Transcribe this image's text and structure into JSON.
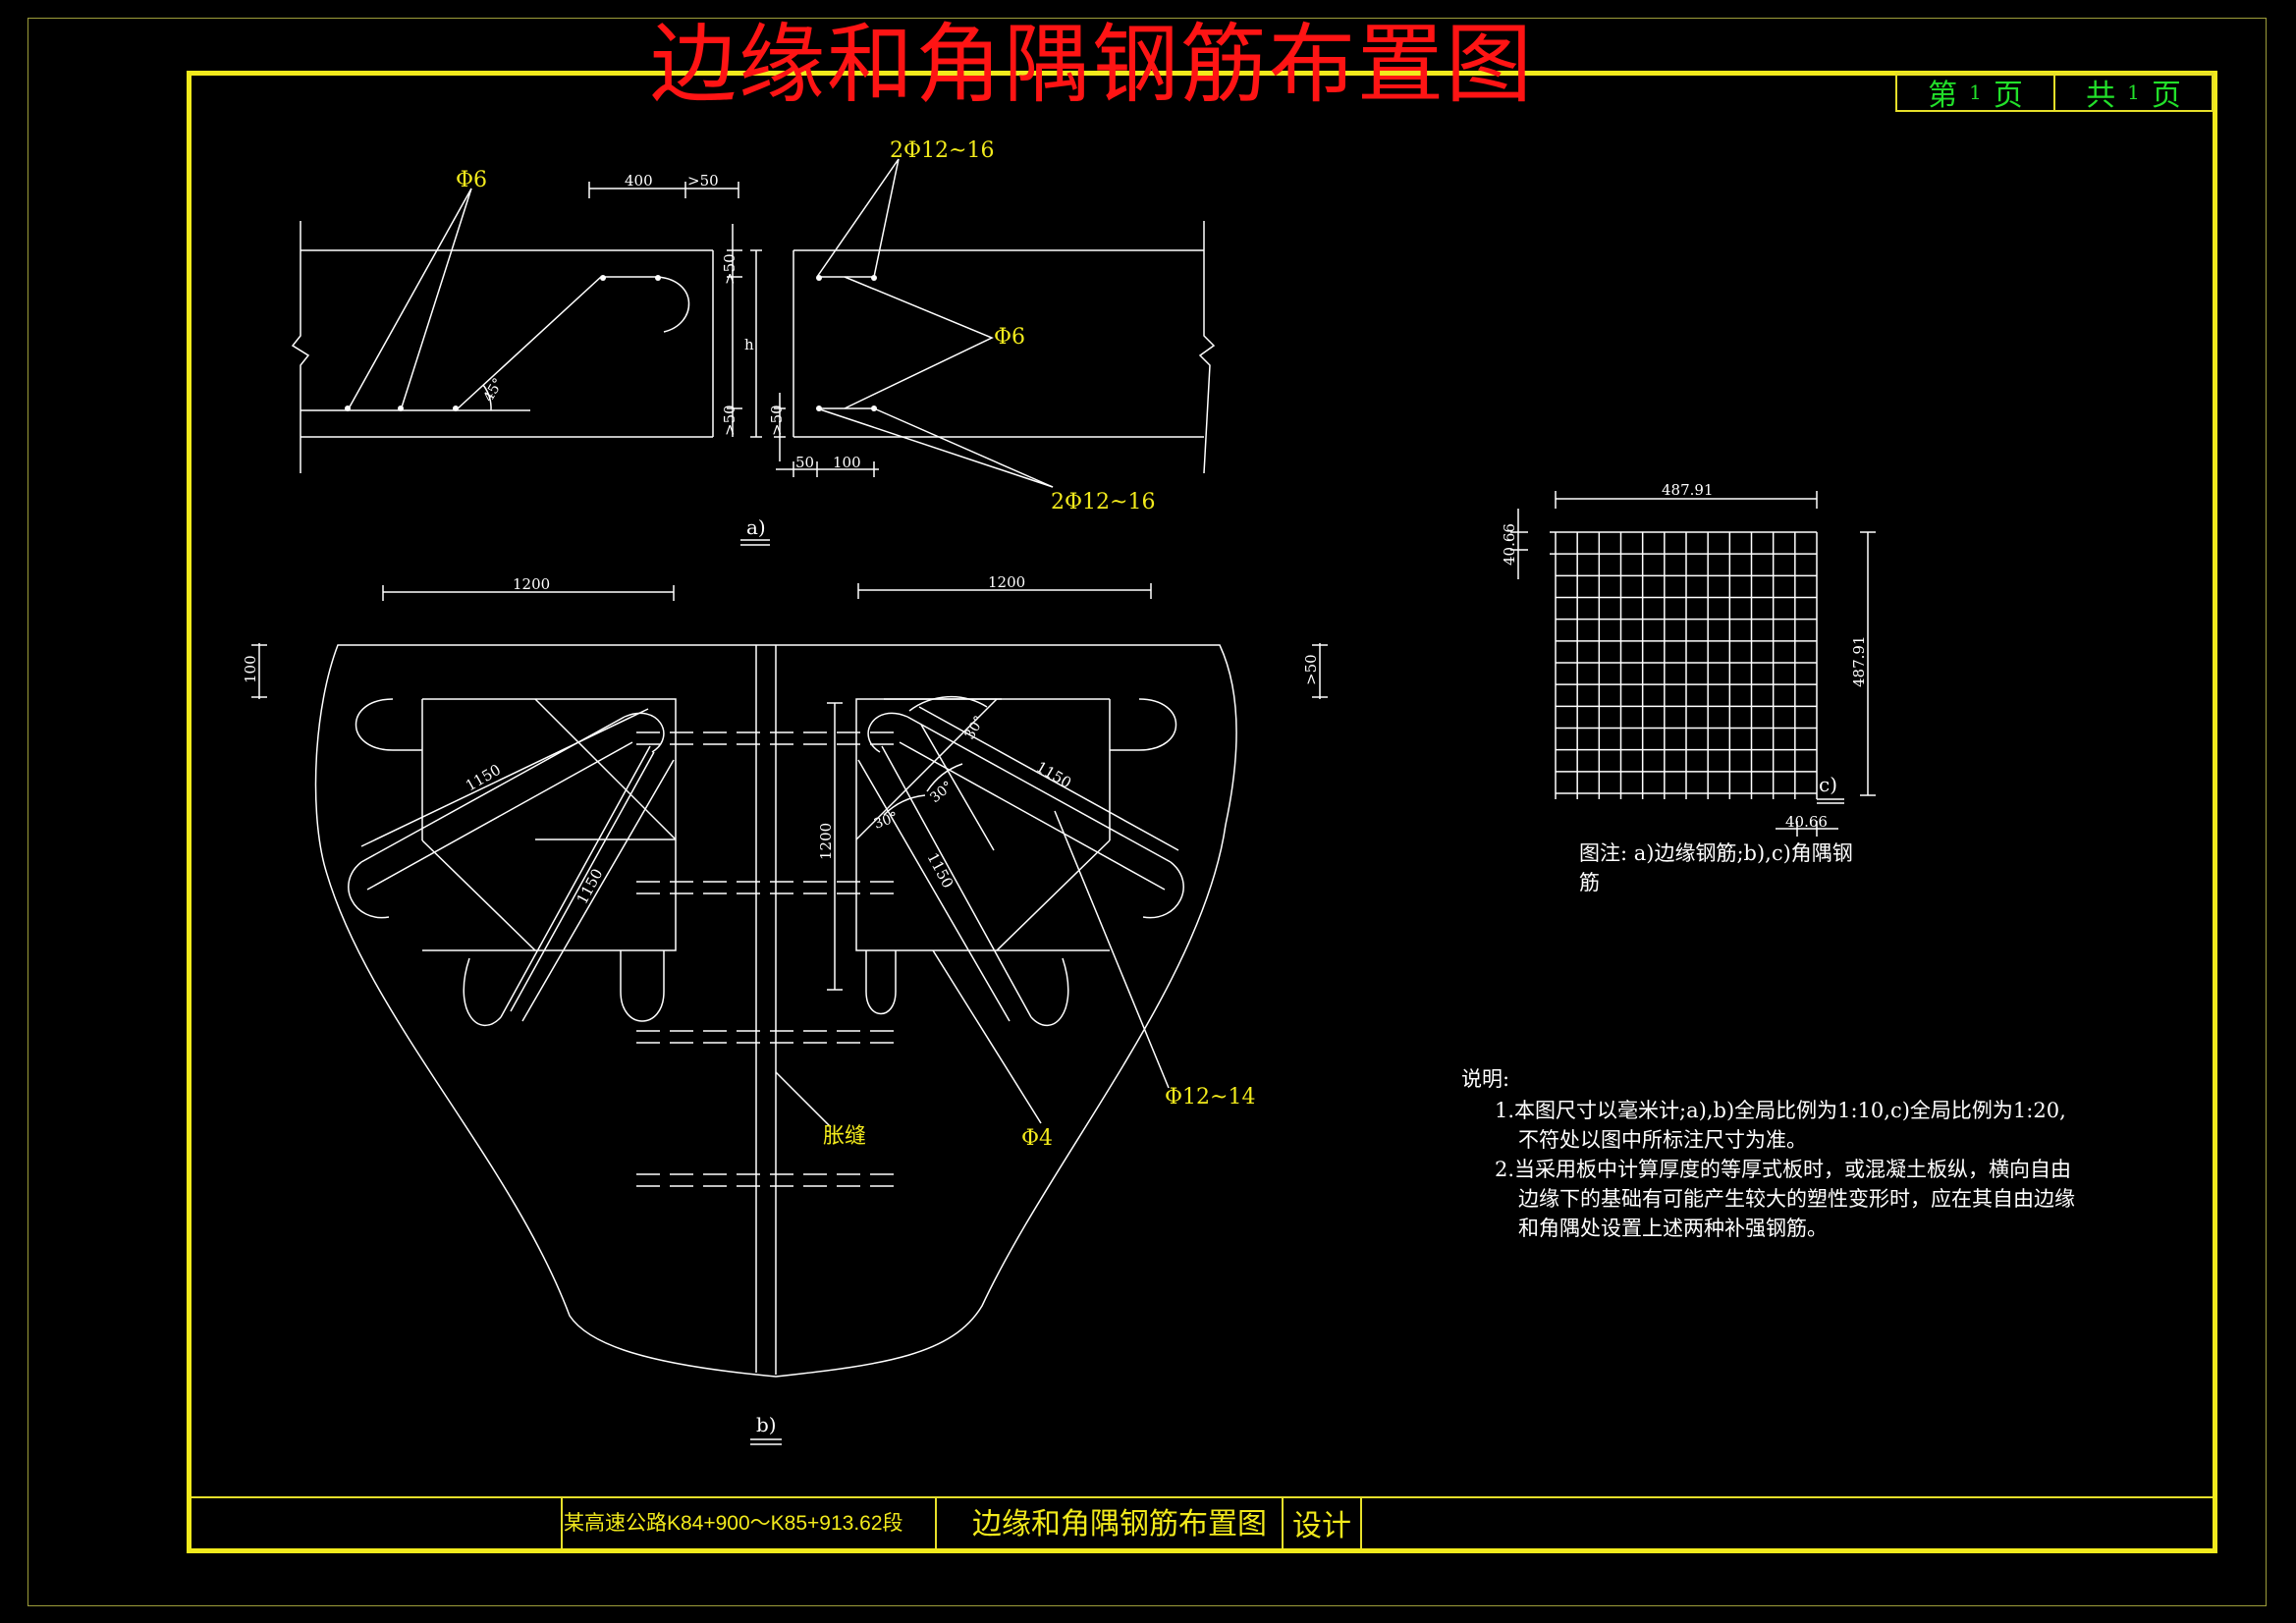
{
  "header": {
    "title": "边缘和角隅钢筋布置图",
    "page_label": "第",
    "page_num": "1",
    "page_unit": "页",
    "total_label": "共",
    "total_num": "1",
    "total_unit": "页"
  },
  "title_block": {
    "project": "某高速公路K84+900～K85+913.62段",
    "drawing_name": "边缘和角隅钢筋布置图",
    "design_label": "设计"
  },
  "drawing_a": {
    "caption": "a)",
    "rebar_phi6_top": "Φ6",
    "rebar_2phi12_top": "2Φ12~16",
    "rebar_phi6_mid": "Φ6",
    "rebar_2phi12_bottom": "2Φ12~16",
    "angle": "45°",
    "dim_400": "400",
    "dim_ge50_top": ">50",
    "dim_ge50_v1": ">50",
    "dim_h": "h",
    "dim_ge50_v2": ">50",
    "dim_ge50_v3": ">50",
    "dim_50": "50",
    "dim_100": "100"
  },
  "drawing_b": {
    "caption": "b)",
    "dim_1200_left": "1200",
    "dim_1200_right": "1200",
    "dim_100_left": "100",
    "dim_ge50_right": ">50",
    "dim_1150_a": "1150",
    "dim_1150_b": "1150",
    "dim_1150_c": "1150",
    "dim_1150_d": "1150",
    "dim_1200_v": "1200",
    "angle_30_a": "30°",
    "angle_30_b": "30°",
    "angle_30_c": "30°",
    "joint_label": "胀缝",
    "rebar_phi4": "Φ4",
    "rebar_phi12_14": "Φ12~14"
  },
  "drawing_c": {
    "caption": "c)",
    "dim_width": "487.91",
    "dim_height": "487.91",
    "dim_spacing_v": "40.66",
    "dim_spacing_h": "40.66",
    "grid_cells": 12
  },
  "legend": {
    "line1": "图注: a)边缘钢筋;b),c)角隅钢",
    "line2": "筋"
  },
  "notes": {
    "heading": "说明:",
    "n1_a": "1.本图尺寸以毫米计;a),b)全局比例为1:10,c)全局比例为1:20,",
    "n1_b": "不符处以图中所标注尺寸为准。",
    "n2_a": "2.当采用板中计算厚度的等厚式板时，或混凝土板纵，横向自由",
    "n2_b": "边缘下的基础有可能产生较大的塑性变形时，应在其自由边缘",
    "n2_c": "和角隅处设置上述两种补强钢筋。"
  },
  "colors": {
    "background": "#000000",
    "frame": "#f2ea1c",
    "title": "#ff1414",
    "page_text": "#22e02a",
    "lines": "#ffffff",
    "labels": "#f2ea1c"
  }
}
